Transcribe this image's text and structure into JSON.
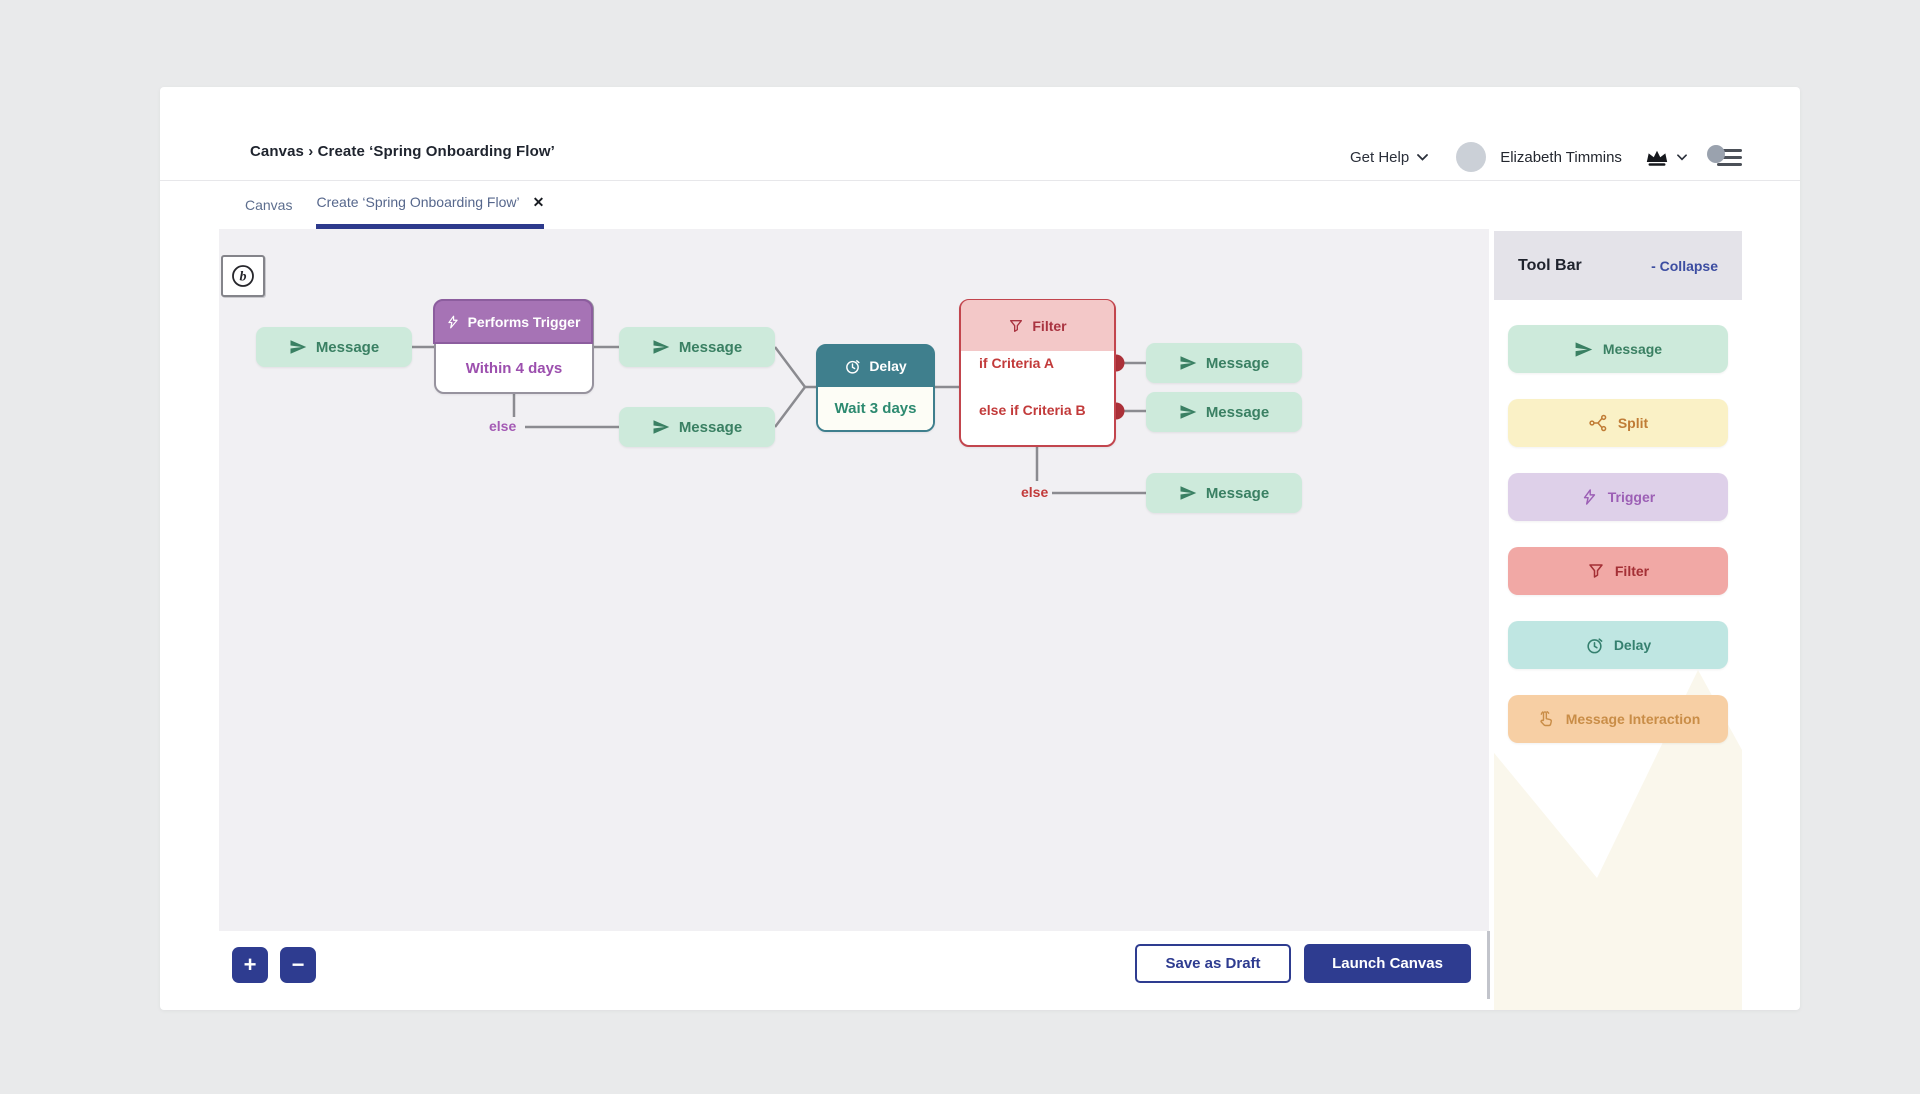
{
  "header": {
    "breadcrumb": "Canvas › Create ‘Spring Onboarding Flow’",
    "get_help": "Get Help",
    "user_name": "Elizabeth Timmins"
  },
  "tabs": {
    "first": "Canvas",
    "active": "Create ‘Spring Onboarding Flow’",
    "close": "✕"
  },
  "canvas": {
    "logo_letter": "b",
    "message_label": "Message",
    "trigger_title": "Performs Trigger",
    "trigger_body": "Within 4 days",
    "delay_title": "Delay",
    "delay_body": "Wait 3 days",
    "filter_title": "Filter",
    "filter_if": "if Criteria A",
    "filter_elseif": "else if Criteria B",
    "else_label": "else"
  },
  "toolbar": {
    "title": "Tool Bar",
    "collapse_label": "- Collapse",
    "items": [
      {
        "label": "Message"
      },
      {
        "label": "Split"
      },
      {
        "label": "Trigger"
      },
      {
        "label": "Filter"
      },
      {
        "label": "Delay"
      },
      {
        "label": "Message Interaction"
      }
    ]
  },
  "footer": {
    "zoom_in": "+",
    "zoom_out": "−",
    "save_draft": "Save as Draft",
    "launch": "Launch Canvas"
  },
  "colors": {
    "accent_navy": "#2e3c90",
    "message_green": "#3a8063",
    "trigger_purple": "#a673b5",
    "delay_teal": "#3f7f8d",
    "filter_red": "#c2454d"
  }
}
